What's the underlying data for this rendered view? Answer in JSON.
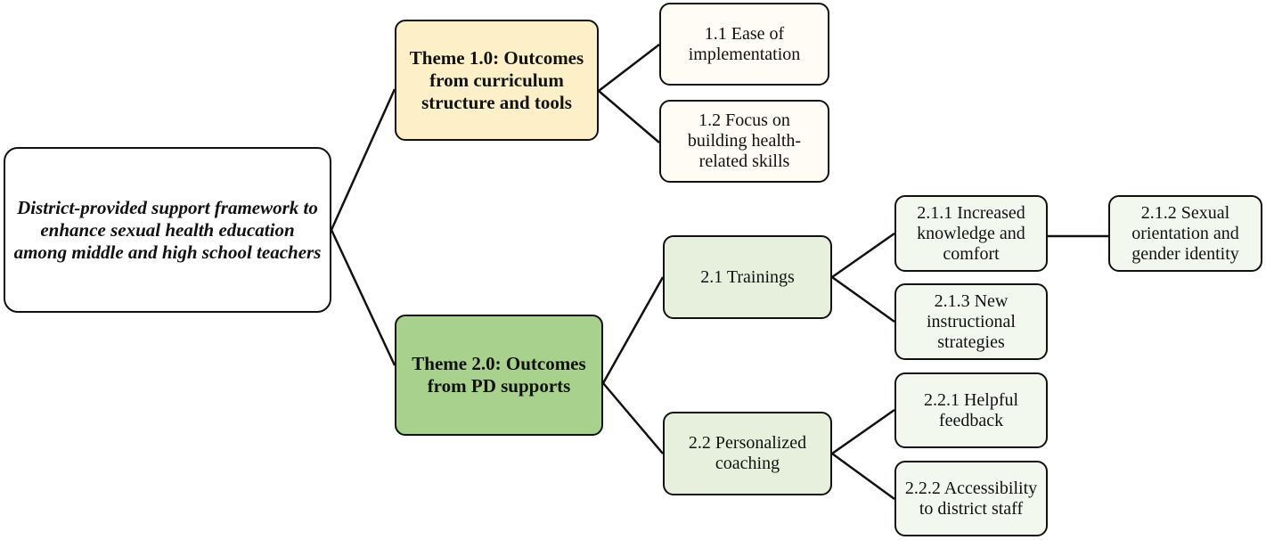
{
  "root": {
    "label": "District-provided support framework to enhance sexual health education among middle and high school teachers"
  },
  "theme1": {
    "label": "Theme 1.0: Outcomes from curriculum structure and tools",
    "children": [
      "1.1 Ease of implementation",
      "1.2 Focus on building health-related skills"
    ]
  },
  "theme2": {
    "label": "Theme 2.0: Outcomes from PD supports",
    "trainings": {
      "label": "2.1 Trainings",
      "children": [
        "2.1.1 Increased knowledge and comfort",
        "2.1.2 Sexual orientation and gender identity",
        "2.1.3 New instructional strategies"
      ]
    },
    "coaching": {
      "label": "2.2 Personalized coaching",
      "children": [
        "2.2.1 Helpful feedback",
        "2.2.2 Accessibility to district staff"
      ]
    }
  },
  "colors": {
    "theme1_fill": "#fdf0c9",
    "theme2_fill": "#a9d18e",
    "level2_fill": "#e6f0dd",
    "level3_fill": "#f3f8ef"
  }
}
